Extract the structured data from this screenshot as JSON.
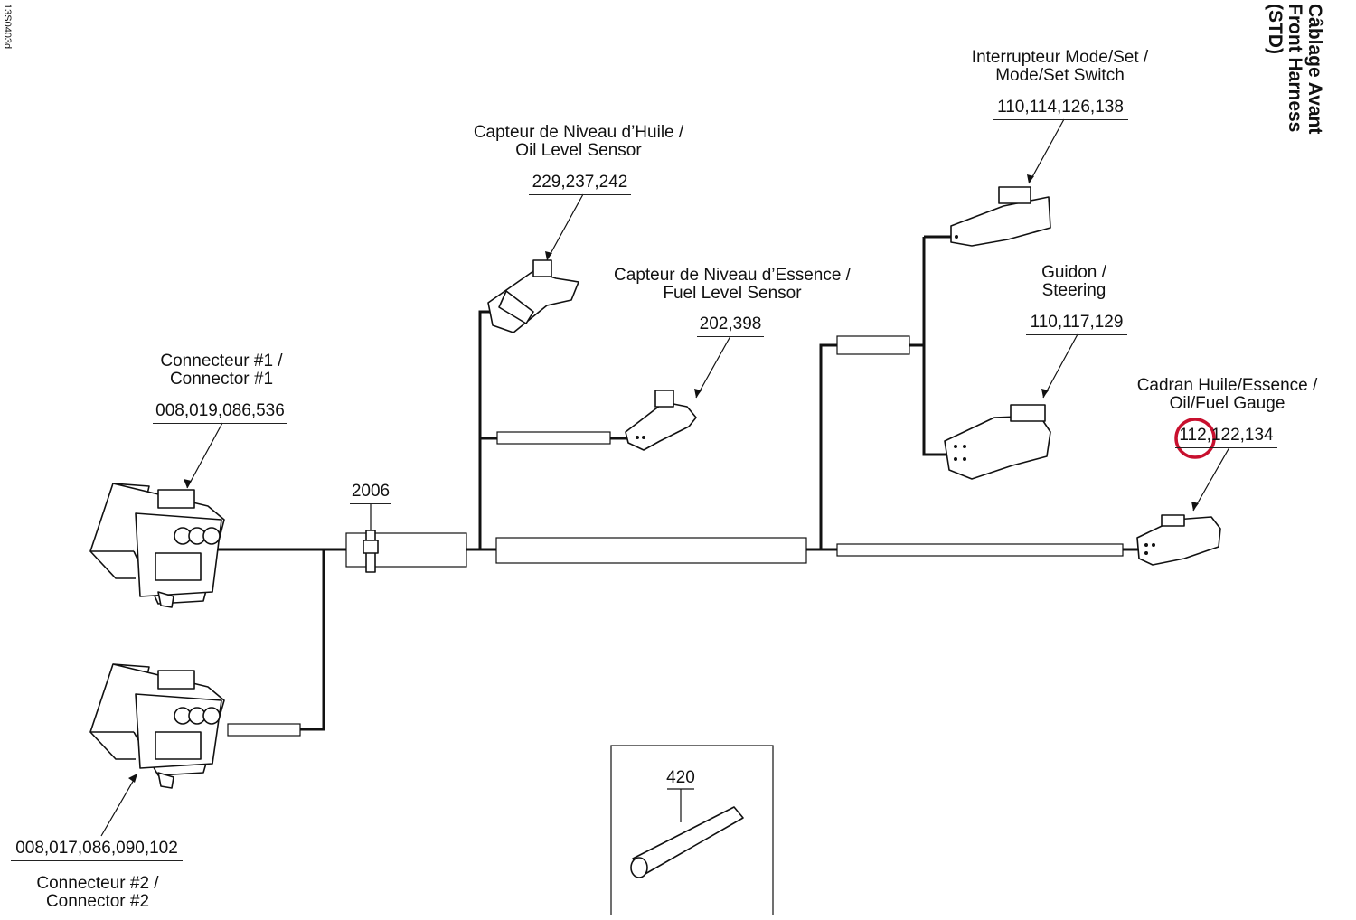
{
  "figure_id": "13S0403d",
  "title_lines": [
    "Câblage Avant",
    "Front Harness",
    "(STD)"
  ],
  "components": {
    "connector1": {
      "label_line1": "Connecteur #1 /",
      "label_line2": "Connector #1",
      "part_numbers": "008,019,086,536"
    },
    "connector2": {
      "label_line1": "Connecteur #2 /",
      "label_line2": "Connector #2",
      "part_numbers": "008,017,086,090,102"
    },
    "oil_level_sensor": {
      "label_line1": "Capteur de Niveau d’Huile /",
      "label_line2": "Oil Level Sensor",
      "part_numbers": "229,237,242"
    },
    "fuel_level_sensor": {
      "label_line1": "Capteur de Niveau d’Essence /",
      "label_line2": "Fuel Level Sensor",
      "part_numbers": "202,398"
    },
    "mode_set_switch": {
      "label_line1": "Interrupteur Mode/Set /",
      "label_line2": "Mode/Set Switch",
      "part_numbers": "110,114,126,138"
    },
    "steering": {
      "label_line1": "Guidon /",
      "label_line2": "Steering",
      "part_numbers": "110,117,129"
    },
    "oil_fuel_gauge": {
      "label_line1": "Cadran Huile/Essence /",
      "label_line2": "Oil/Fuel Gauge",
      "part_numbers": "112,122,134"
    },
    "clip": {
      "part_numbers": "2006"
    },
    "tube": {
      "part_numbers": "420"
    }
  },
  "highlight_color": "#c8102e"
}
